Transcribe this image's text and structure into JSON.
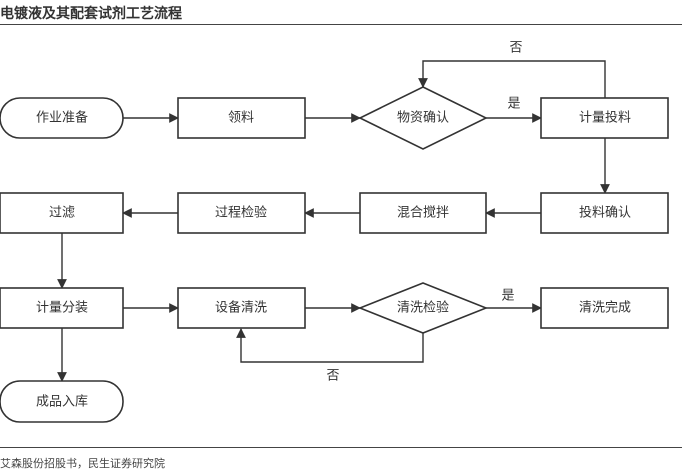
{
  "title": "电镀液及其配套试剂工艺流程",
  "source": "艾森股份招股书，民生证券研究院",
  "nodes": {
    "prep": "作业准备",
    "pick": "领料",
    "confirm": "物资确认",
    "measure": "计量投料",
    "feed": "投料确认",
    "mix": "混合搅拌",
    "check": "过程检验",
    "filter": "过滤",
    "pack": "计量分装",
    "clean": "设备清洗",
    "cleancheck": "清洗检验",
    "done": "清洗完成",
    "store": "成品入库"
  },
  "edge_labels": {
    "yes1": "是",
    "no1": "否",
    "yes2": "是",
    "no2": "否"
  }
}
